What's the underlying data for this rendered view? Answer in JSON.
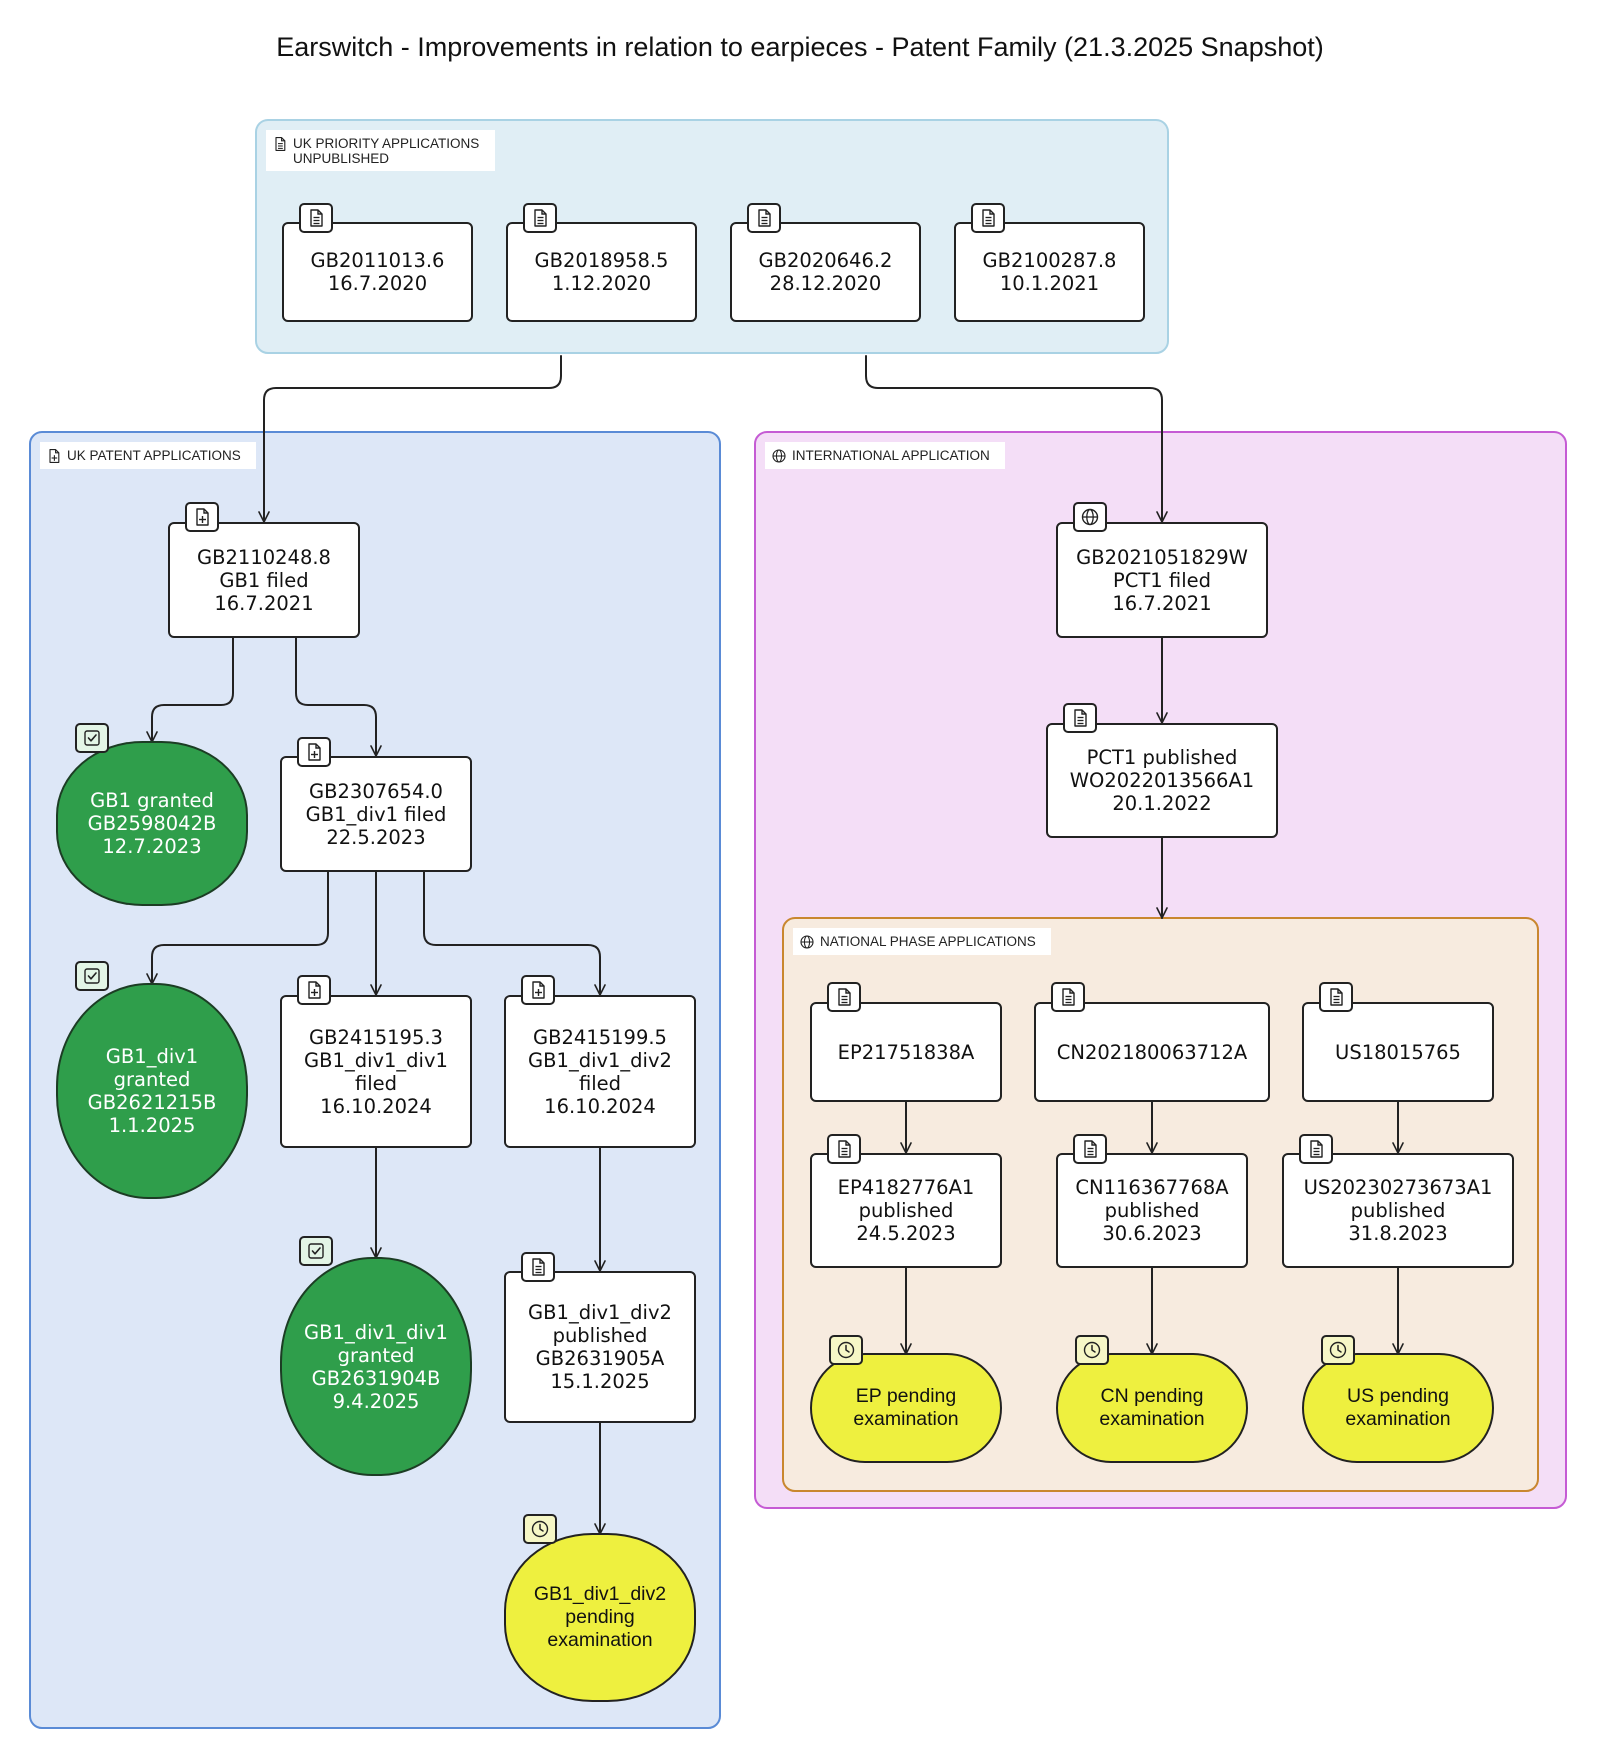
{
  "title": "Earswitch - Improvements in relation to earpieces - Patent Family (21.3.2025 Snapshot)",
  "groups": {
    "priority": "UK PRIORITY APPLICATIONS\nUNPUBLISHED",
    "uk": "UK PATENT APPLICATIONS",
    "international": "INTERNATIONAL APPLICATION",
    "national": "NATIONAL PHASE APPLICATIONS"
  },
  "nodes": {
    "p1": "GB2011013.6\n16.7.2020",
    "p2": "GB2018958.5\n1.12.2020",
    "p3": "GB2020646.2\n28.12.2020",
    "p4": "GB2100287.8\n10.1.2021",
    "gb1": "GB2110248.8\nGB1 filed\n16.7.2021",
    "gb1_granted": "GB1 granted\nGB2598042B\n12.7.2023",
    "gb1_div1": "GB2307654.0\nGB1_div1 filed\n22.5.2023",
    "gb1_div1_granted": "GB1_div1\ngranted\nGB2621215B\n1.1.2025",
    "gb1_div1_div1": "GB2415195.3\nGB1_div1_div1\nfiled\n16.10.2024",
    "gb1_div1_div2": "GB2415199.5\nGB1_div1_div2\nfiled\n16.10.2024",
    "gb1_div1_div1_granted": "GB1_div1_div1\ngranted\nGB2631904B\n9.4.2025",
    "gb1_div1_div2_published": "GB1_div1_div2\npublished\nGB2631905A\n15.1.2025",
    "gb1_div1_div2_pending": "GB1_div1_div2\npending\nexamination",
    "pct1": "GB2021051829W\nPCT1 filed\n16.7.2021",
    "pct1_published": "PCT1 published\nWO2022013566A1\n20.1.2022",
    "ep": "EP21751838A",
    "cn": "CN202180063712A",
    "us": "US18015765",
    "ep_pub": "EP4182776A1\npublished\n24.5.2023",
    "cn_pub": "CN116367768A\npublished\n30.6.2023",
    "us_pub": "US20230273673A1\npublished\n31.8.2023",
    "ep_pending": "EP pending\nexamination",
    "cn_pending": "CN pending\nexamination",
    "us_pending": "US pending\nexamination"
  },
  "icons": {
    "document": "document-icon",
    "document_add": "document-plus-icon",
    "globe": "globe-icon",
    "granted": "check-square-icon",
    "pending": "clock-icon"
  },
  "colors": {
    "priority_bg": "#e0eef5",
    "uk_bg": "#dde7f7",
    "international_bg": "#f4def7",
    "national_bg": "#f7ebdf",
    "granted": "#2f9e4b",
    "pending": "#eef03f"
  }
}
